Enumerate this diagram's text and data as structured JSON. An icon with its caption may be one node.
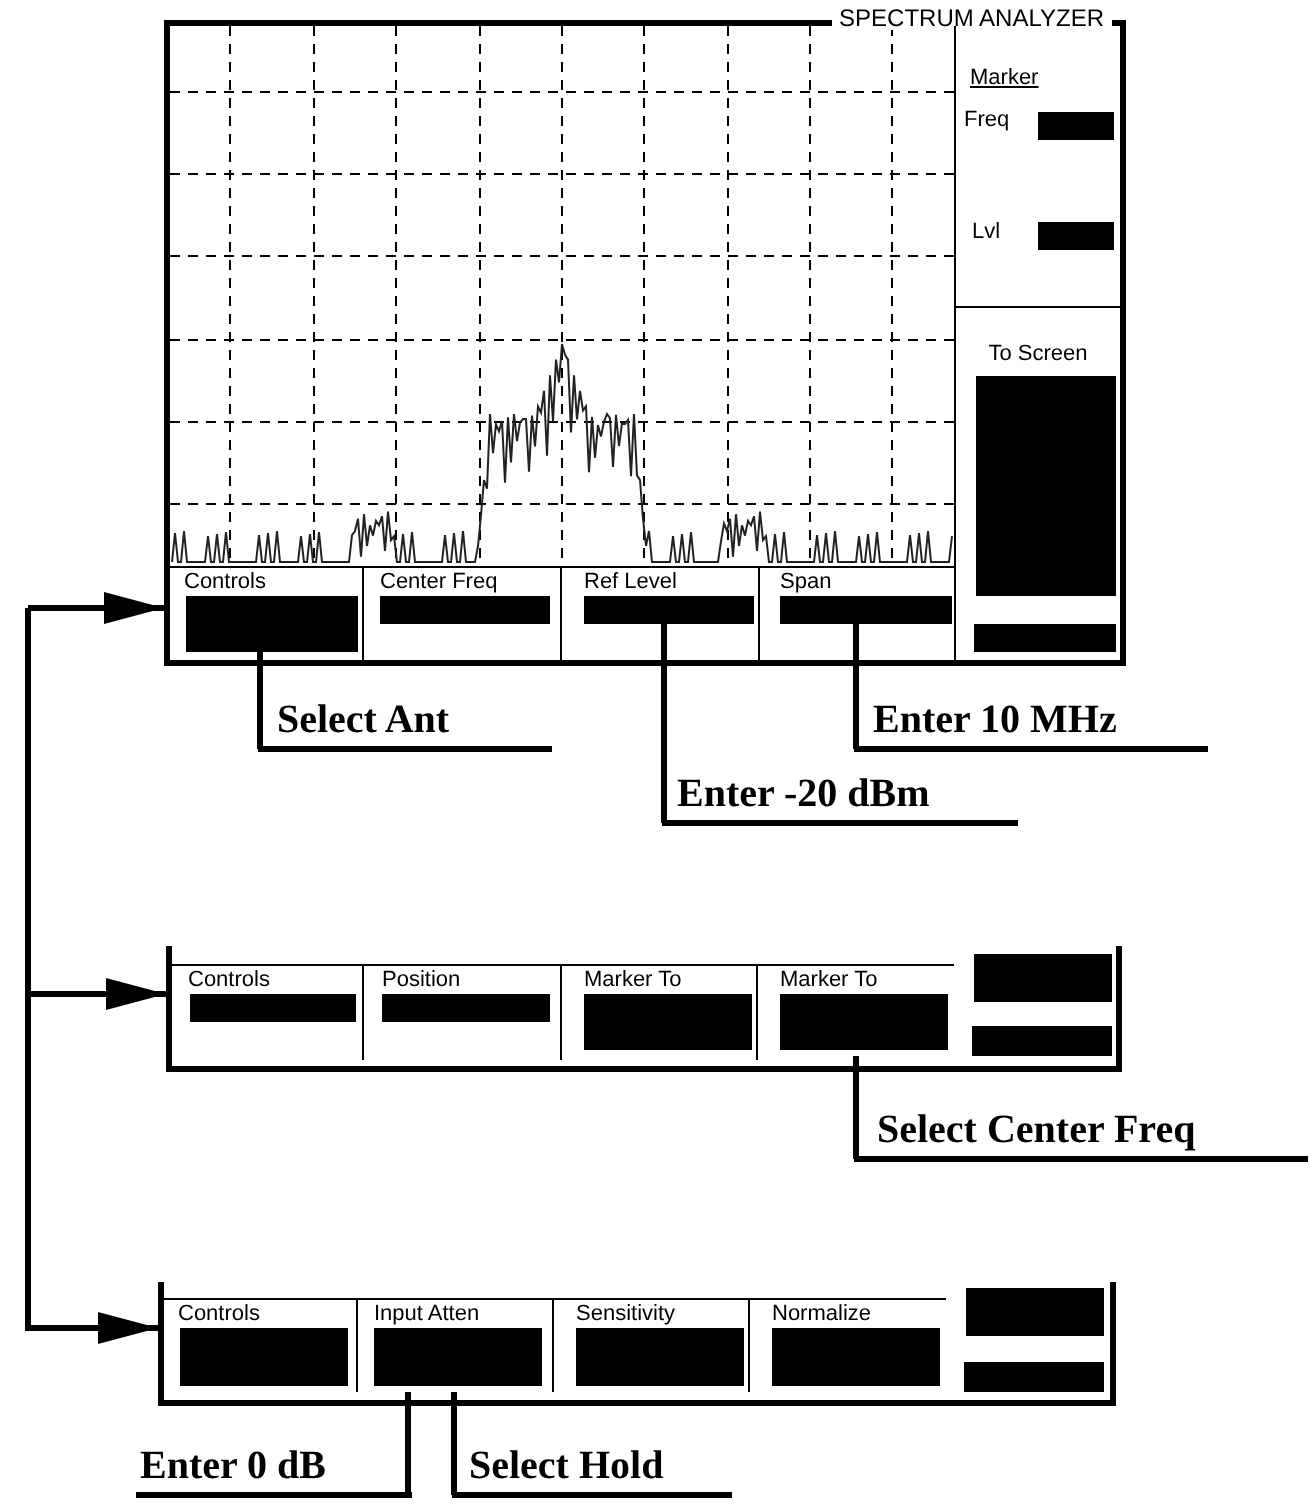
{
  "diagram": {
    "nodes": [
      {
        "text": [
          "SPECTRUM ANALYZER"
        ]
      },
      {
        "text": [
          "Controls"
        ],
        "in": 0
      },
      {
        "text": [
          "Center Freq"
        ],
        "in": 0
      },
      {
        "text": [
          "Ref Level"
        ],
        "in": 0
      },
      {
        "text": [
          "Span"
        ],
        "in": 0
      },
      {
        "text": [
          "Marker",
          "Freq",
          "Lvl"
        ],
        "in": 0
      },
      {
        "text": [
          "To Screen"
        ],
        "in": 0
      },
      {
        "text": [
          "Select Ant"
        ]
      },
      {
        "text": [
          "Enter 10 MHz"
        ]
      },
      {
        "text": [
          "Enter -20 dBm"
        ]
      },
      {
        "text": [],
        "shape": "box"
      },
      {
        "text": [
          "Controls"
        ],
        "in": 10
      },
      {
        "text": [
          "Position"
        ],
        "in": 10
      },
      {
        "text": [
          "Marker To"
        ],
        "in": 10
      },
      {
        "text": [
          "Marker To"
        ],
        "in": 10
      },
      {
        "text": [
          "Select Center Freq"
        ]
      },
      {
        "text": [],
        "shape": "box"
      },
      {
        "text": [
          "Controls"
        ],
        "in": 16
      },
      {
        "text": [
          "Input Atten"
        ],
        "in": 16
      },
      {
        "text": [
          "Sensitivity"
        ],
        "in": 16
      },
      {
        "text": [
          "Normalize"
        ],
        "in": 16
      },
      {
        "text": [
          "Enter 0 dB"
        ]
      },
      {
        "text": [
          "Select Hold"
        ]
      }
    ],
    "edges": [
      {
        "from": null,
        "to": 0,
        "arrow": "to"
      },
      {
        "from": null,
        "to": 10,
        "arrow": "to"
      },
      {
        "from": null,
        "to": 16,
        "arrow": "to"
      },
      {
        "from": 7,
        "to": 1,
        "arrow": "none"
      },
      {
        "from": 8,
        "to": 4,
        "arrow": "none"
      },
      {
        "from": 9,
        "to": 3,
        "arrow": "none"
      },
      {
        "from": 15,
        "to": 14,
        "arrow": "none"
      },
      {
        "from": 21,
        "to": 18,
        "arrow": "none"
      },
      {
        "from": 22,
        "to": 18,
        "arrow": "none"
      }
    ]
  }
}
